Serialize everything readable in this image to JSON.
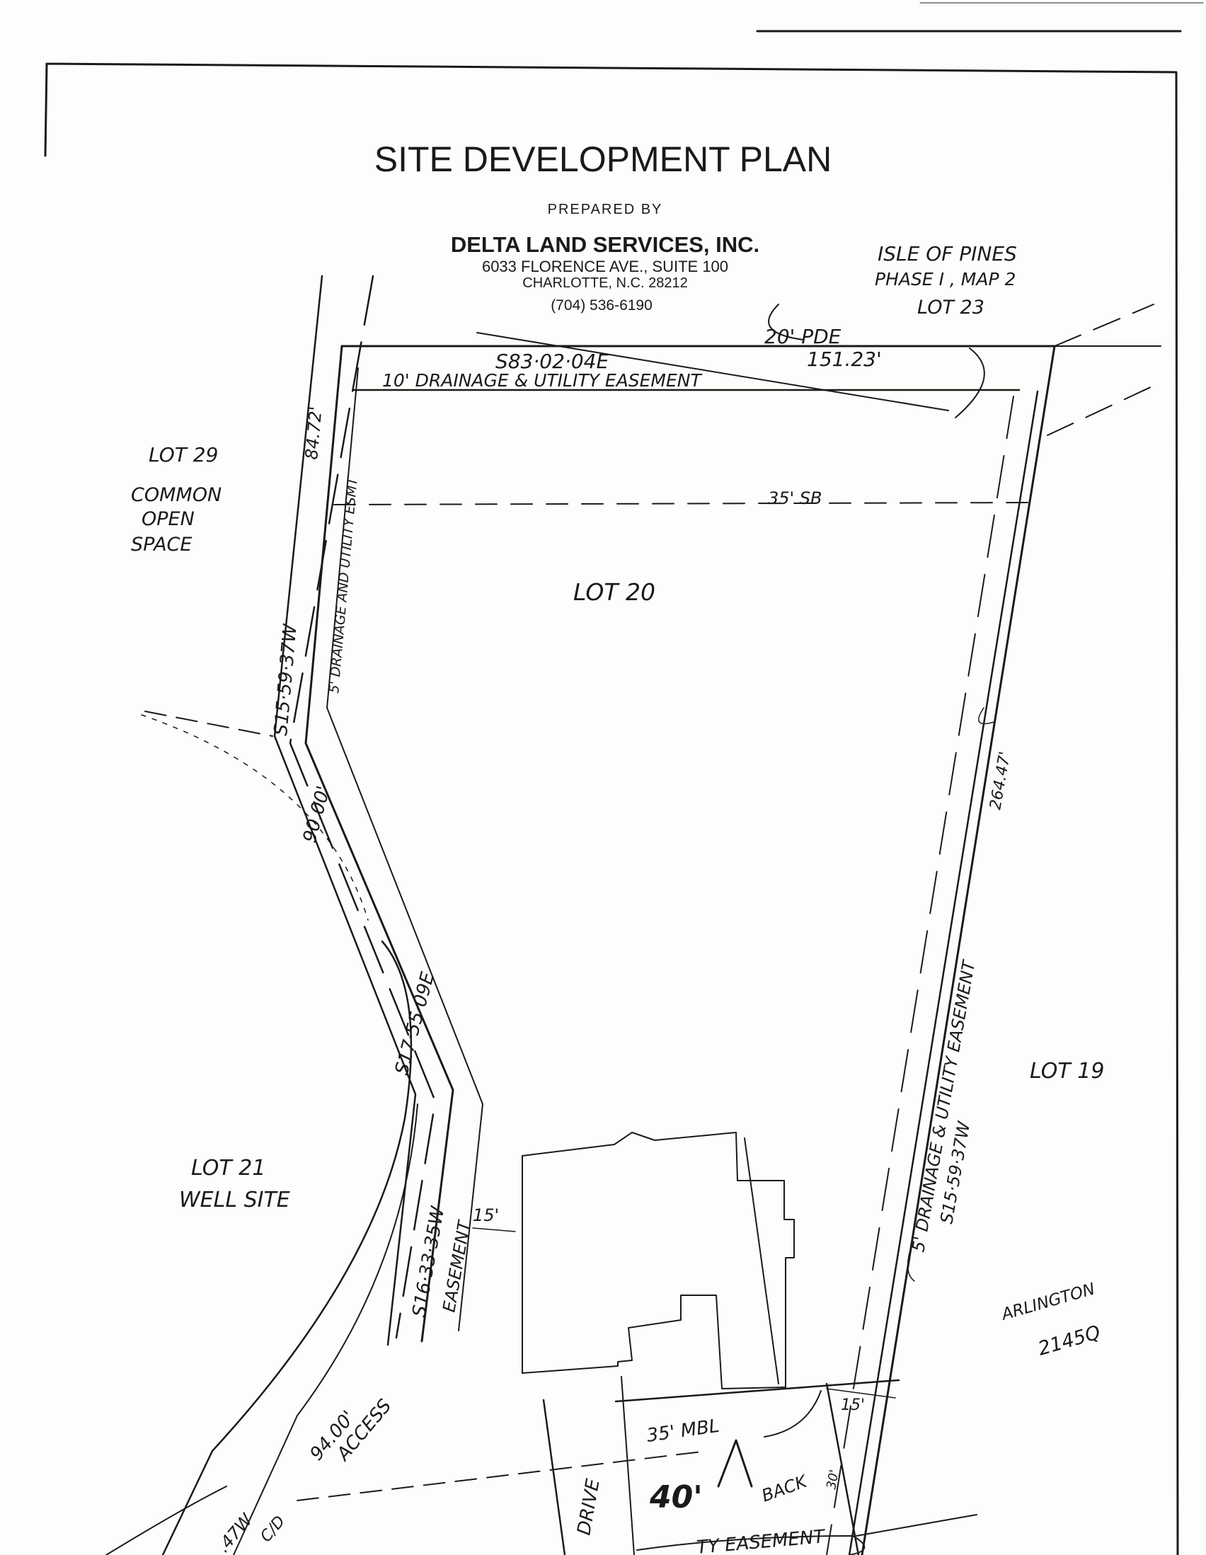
{
  "header": {
    "title": "SITE DEVELOPMENT PLAN",
    "prepared_by": "PREPARED BY",
    "company": "DELTA LAND SERVICES, INC.",
    "address1": "6033 FLORENCE AVE., SUITE 100",
    "address2": "CHARLOTTE, N.C. 28212",
    "phone": "(704) 536-6190"
  },
  "notes": {
    "isle_line1": "ISLE OF PINES",
    "isle_line2": "PHASE I , MAP 2",
    "lot23": "LOT 23",
    "pde": "20' PDE",
    "bearing_top": "S83·02·04E",
    "dist_top": "151.23'",
    "drain_top": "10' DRAINAGE & UTILITY EASEMENT",
    "lot29": "LOT 29",
    "common1": "COMMON",
    "common2": "OPEN",
    "common3": "SPACE",
    "dist_left": "84.72'",
    "drain_left": "5' DRAINAGE AND UTILITY ESMT",
    "bearing_left": "S15·59·37W",
    "setback": "35' SB",
    "lot20": "LOT 20",
    "dist_90": "90.00'",
    "bearing_s17": "S17·55·09E",
    "bearing_s16": "S16·33·35W",
    "easement_side": "EASEMENT",
    "lot21a": "LOT 21",
    "lot21b": "WELL SITE",
    "side_15": "15'",
    "dist_264": "264.47'",
    "drain_right": "5' DRAINAGE & UTILITY EASEMENT",
    "bearing_right": "S15·59·37W",
    "lot19": "LOT 19",
    "arlington": "ARLINGTON",
    "code": "2145Q",
    "mbl": "35' MBL",
    "right_15": "15'",
    "dist_94": "94.00'",
    "access": "ACCESS",
    "dist_47": ".47W",
    "cl": "C/D",
    "drive": "DRIVE",
    "forty": "40'",
    "back": "BACK",
    "thirty": "30'",
    "bottom_easement": "TY EASEMENT"
  }
}
